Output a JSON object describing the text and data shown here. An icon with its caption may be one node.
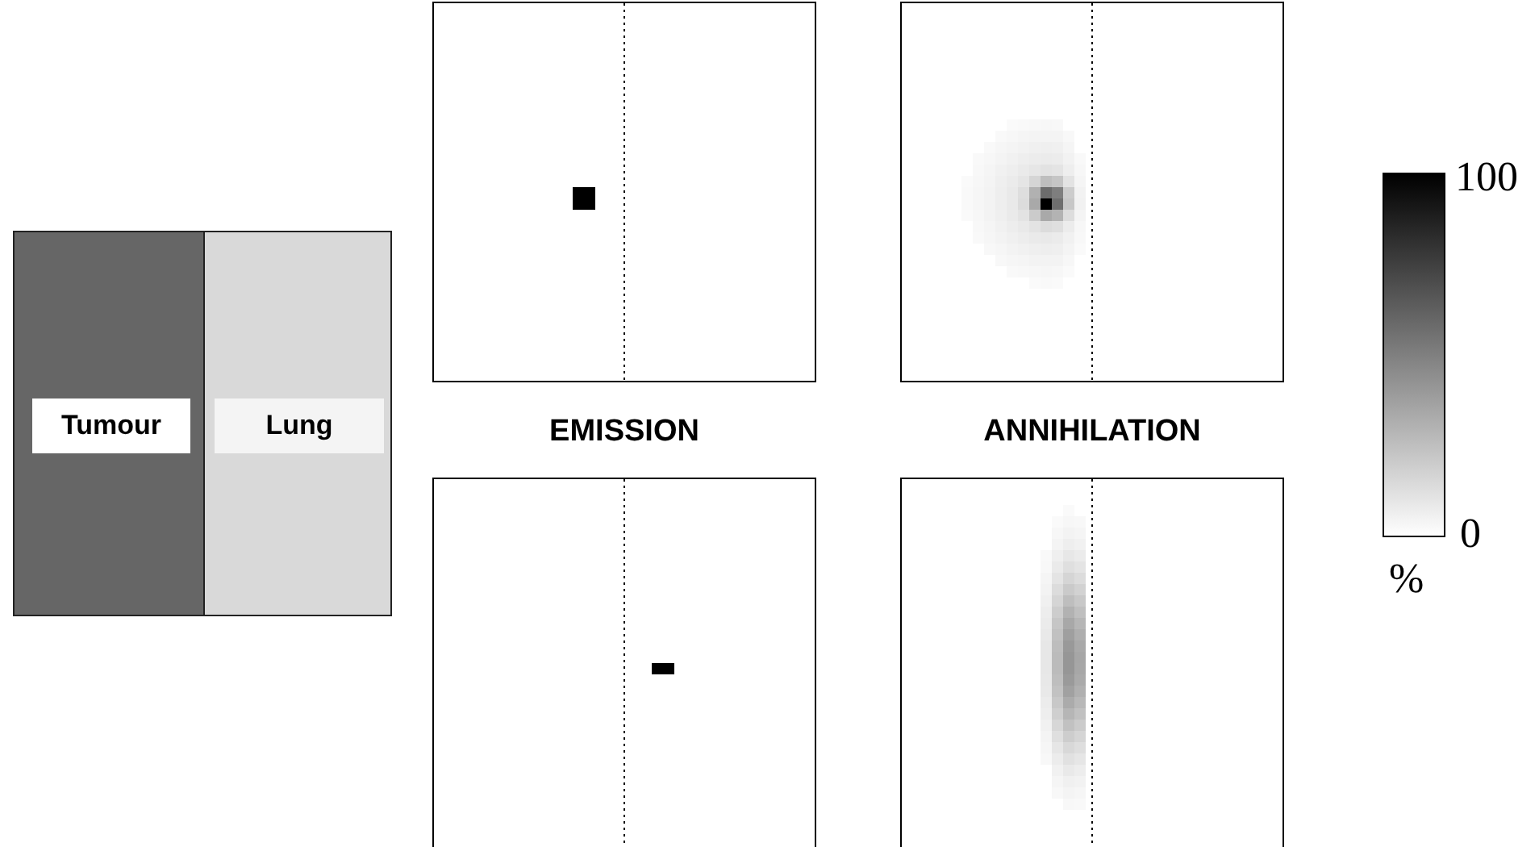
{
  "diagram": {
    "nodes": [
      {
        "text": [
          "Tumour"
        ]
      },
      {
        "text": [
          "Lung"
        ]
      }
    ],
    "labels": [
      "EMISSION",
      "ANNIHILATION",
      "100",
      "0",
      "%"
    ]
  }
}
